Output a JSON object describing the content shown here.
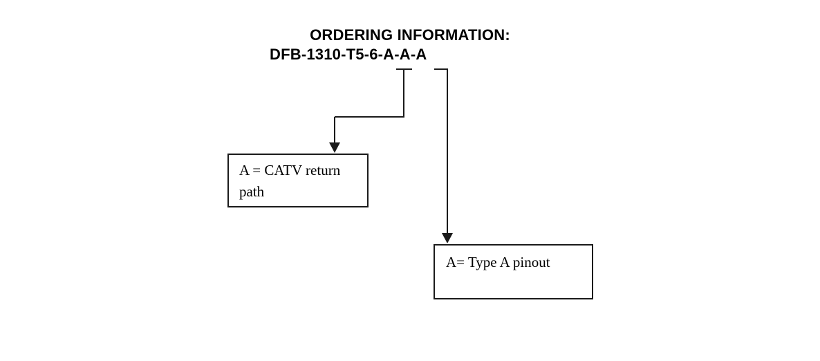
{
  "diagram": {
    "title": "ORDERING INFORMATION:",
    "part_number": "DFB-1310-T5-6-A-A-A",
    "callouts": [
      {
        "id": "catv-return-path",
        "text": "A = CATV return path"
      },
      {
        "id": "type-a-pinout",
        "text": "A= Type A pinout"
      }
    ],
    "colors": {
      "background": "#ffffff",
      "text": "#000000",
      "line": "#1a1a1a"
    }
  }
}
